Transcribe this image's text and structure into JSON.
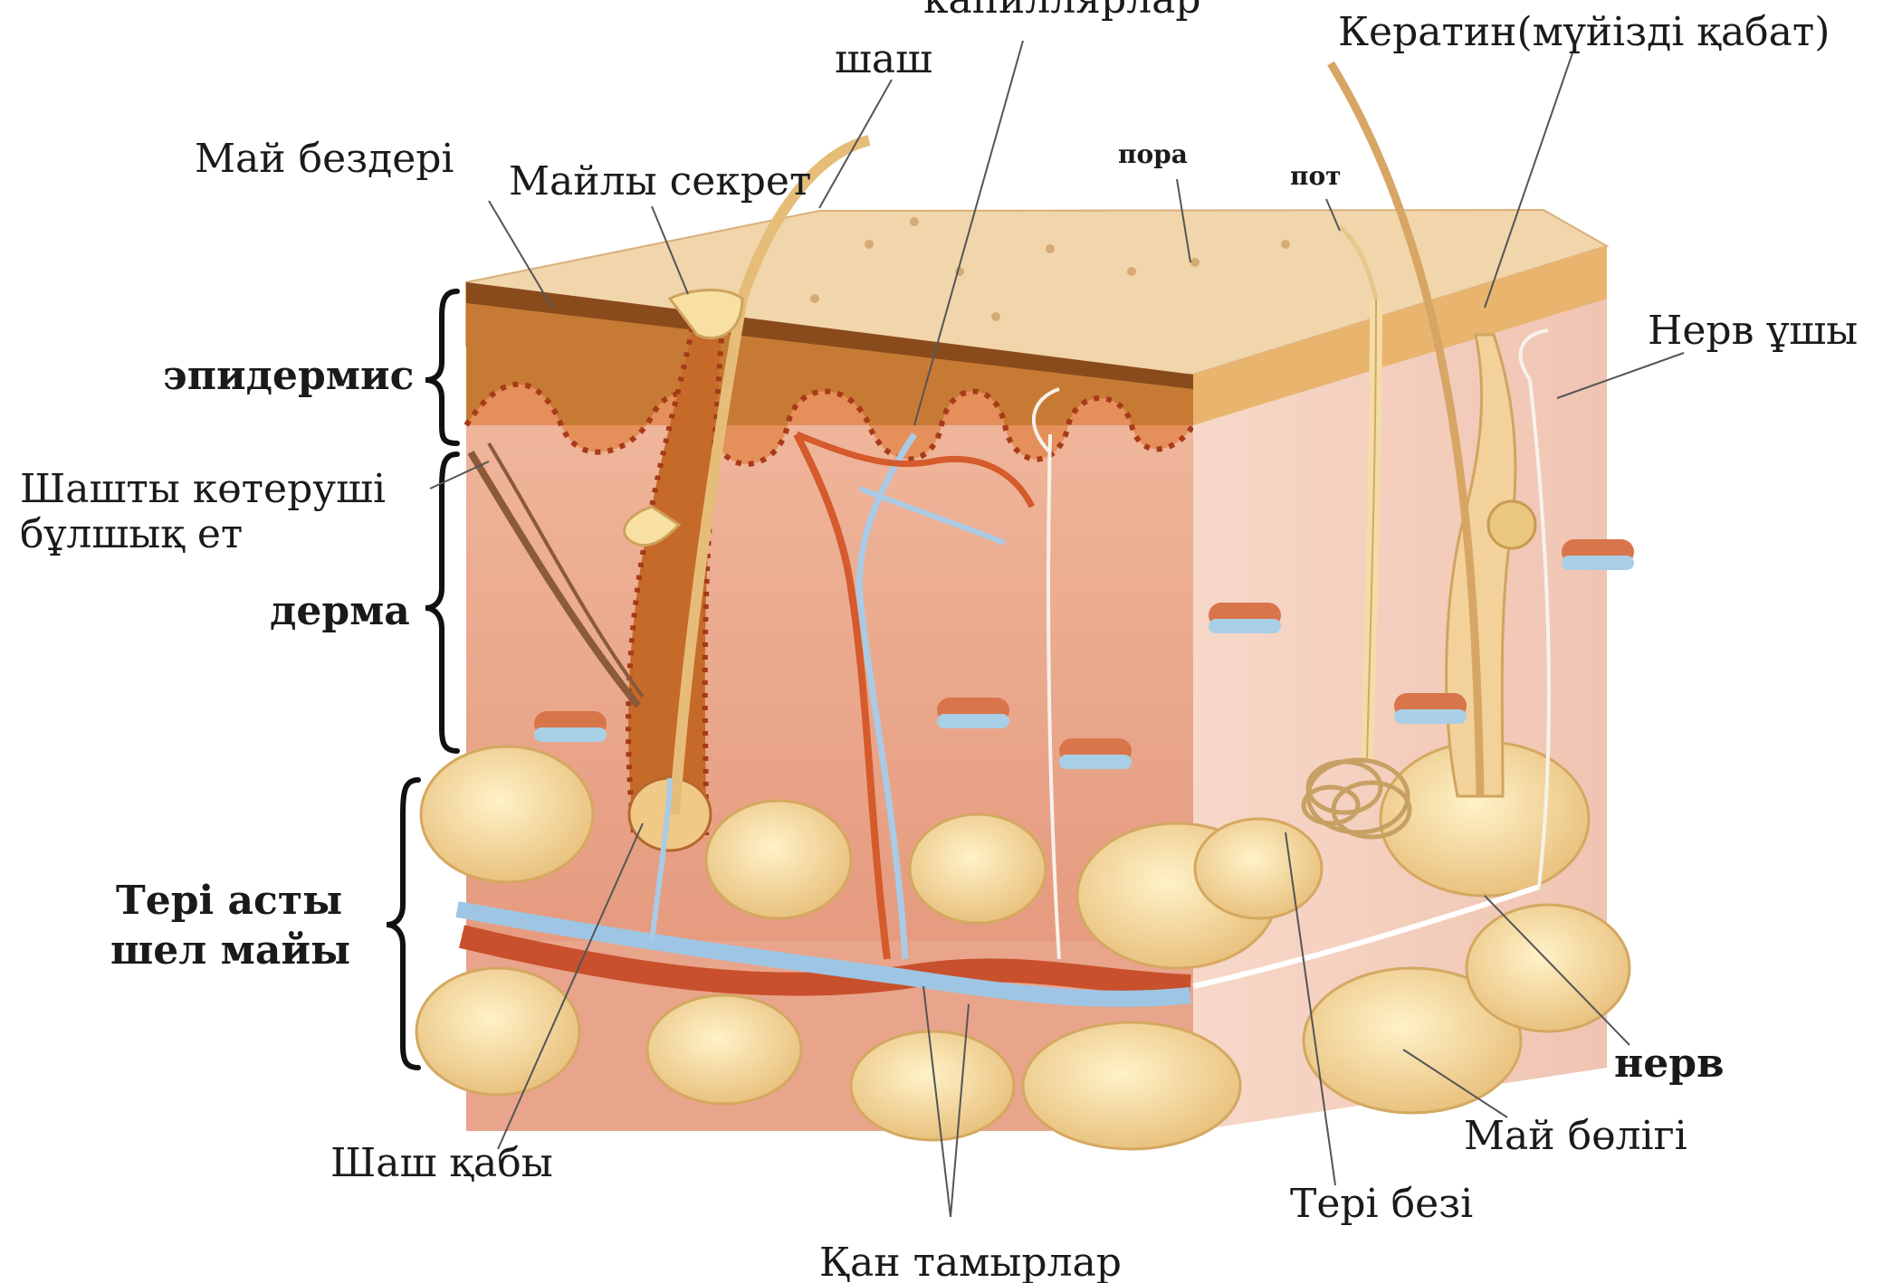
{
  "labels": {
    "capillaries": "капиллярлар",
    "hair": "шаш",
    "keratin": "Кератин(мүйізді қабат)",
    "sebaceous_glands": "Май бездері",
    "sebum": "Майлы секрет",
    "pore": "пора",
    "sweat": "пот",
    "epidermis": "эпидермис",
    "nerve_endings": "Нерв ұшы",
    "arrector_line1": "Шашты көтеруші",
    "arrector_line2": "бұлшық ет",
    "dermis": "дерма",
    "hypodermis_line1": "Тері асты",
    "hypodermis_line2": "шел майы",
    "nerve": "нерв",
    "fat_lobule": "Май бөлігі",
    "hair_follicle": "Шаш қабы",
    "skin_gland": "Тері безі",
    "blood_vessels": "Қан тамырлар"
  },
  "colors": {
    "surface": "#f2d6ad",
    "epidermis": "#c9752a",
    "dermis": "#f0b9a4",
    "side_face": "#f6d4c4",
    "fat": "#f7dfa6",
    "artery": "#d2502a",
    "vein": "#9ec6e4",
    "hair": "#e8c07a"
  }
}
